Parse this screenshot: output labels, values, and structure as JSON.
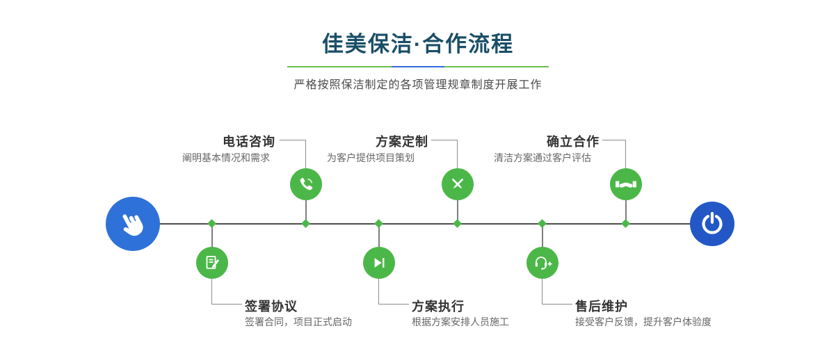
{
  "page": {
    "title": "佳美保洁·合作流程",
    "subtitle": "严格按照保洁制定的各项管理规章制度开展工作"
  },
  "colors": {
    "title_text": "#1a4e67",
    "accent_green": "#4cb749",
    "accent_blue": "#2e72d9",
    "timeline_line": "#4c4c4c"
  },
  "timeline": {
    "start_icon": "hand-pointer-icon",
    "end_icon": "power-icon",
    "steps": [
      {
        "title": "电话咨询",
        "description": "阐明基本情况和需求",
        "icon": "phone-icon",
        "position": "top"
      },
      {
        "title": "签署协议",
        "description": "签署合同，项目正式启动",
        "icon": "document-pen-icon",
        "position": "bottom"
      },
      {
        "title": "方案定制",
        "description": "为客户提供项目策划",
        "icon": "pen-tools-icon",
        "position": "top"
      },
      {
        "title": "方案执行",
        "description": "根据方案安排人员施工",
        "icon": "play-icon",
        "position": "bottom"
      },
      {
        "title": "确立合作",
        "description": "清洁方案通过客户评估",
        "icon": "handshake-icon",
        "position": "top"
      },
      {
        "title": "售后维护",
        "description": "接受客户反馈，提升客户体验度",
        "icon": "headset-icon",
        "position": "bottom"
      }
    ]
  }
}
